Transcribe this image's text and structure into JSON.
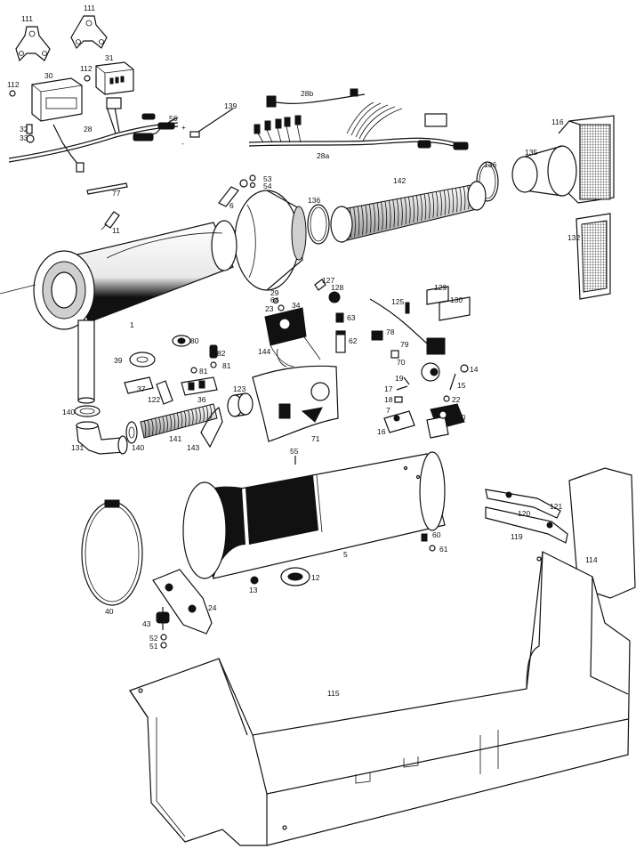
{
  "labels": {
    "p111a": "111",
    "p111b": "111",
    "p30": "30",
    "p112a": "112",
    "p31": "31",
    "p112b": "112",
    "p32": "32",
    "p33": "33",
    "p28": "28",
    "p56": "56",
    "p139": "139",
    "p28b": "28b",
    "p28a": "28a",
    "p116": "116",
    "p135": "135",
    "p136a": "136",
    "p77": "77",
    "p53": "53",
    "p54": "54",
    "p6": "6",
    "p142": "142",
    "p136b": "136",
    "p132": "132",
    "p11": "11",
    "p29": "29",
    "p64": "64",
    "p23": "23",
    "p127": "127",
    "p128": "128",
    "p34": "34",
    "p63": "63",
    "p62": "62",
    "p125": "125",
    "p129": "129",
    "p130": "130",
    "p1": "1",
    "p80": "80",
    "p82": "82",
    "p39": "39",
    "p144": "144",
    "p81a": "81",
    "p81b": "81",
    "p78": "78",
    "p79": "79",
    "p70": "70",
    "p14": "14",
    "p15": "15",
    "p37": "37",
    "p122": "122",
    "p36": "36",
    "p123": "123",
    "p19": "19",
    "p17": "17",
    "p18": "18",
    "p22": "22",
    "p7": "7",
    "p16": "16",
    "p10": "10",
    "p140a": "140",
    "p131": "131",
    "p140b": "140",
    "p141": "141",
    "p143": "143",
    "p71": "71",
    "p55": "55",
    "p121": "121",
    "p120": "120",
    "p119": "119",
    "p114": "114",
    "p5": "5",
    "p60": "60",
    "p61": "61",
    "p40": "40",
    "p13": "13",
    "p12": "12",
    "p24": "24",
    "p43": "43",
    "p52": "52",
    "p51": "51",
    "p115": "115"
  },
  "icons": {
    "plus": "+",
    "minus": "-"
  }
}
